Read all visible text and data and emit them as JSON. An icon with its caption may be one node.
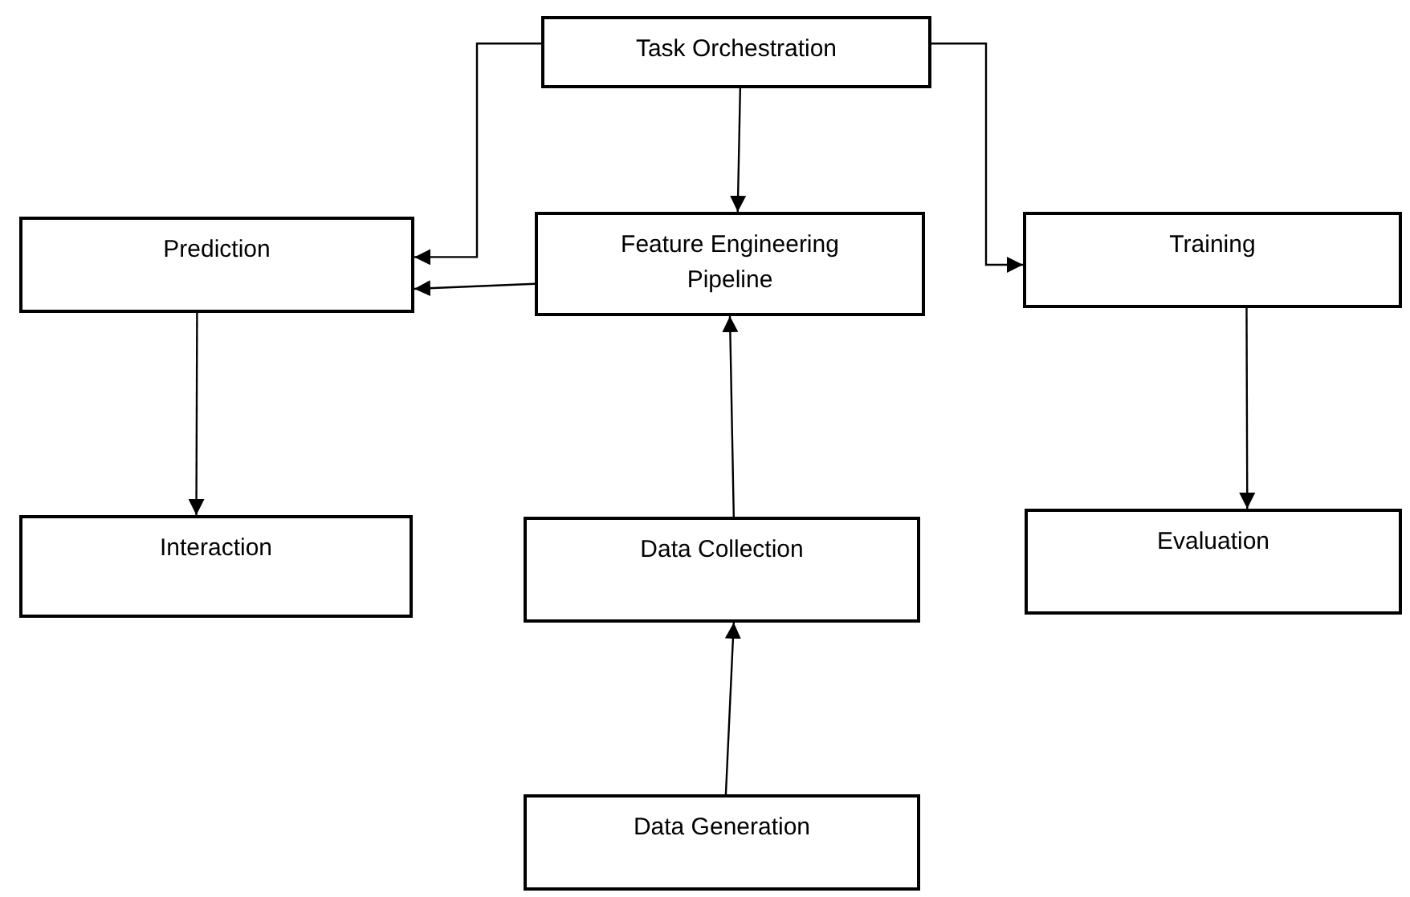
{
  "diagram": {
    "nodes": [
      {
        "text": [
          "Task Orchestration"
        ]
      },
      {
        "text": [
          "Prediction"
        ]
      },
      {
        "text": [
          "Feature Engineering Pipeline"
        ]
      },
      {
        "text": [
          "Training"
        ]
      },
      {
        "text": [
          "Interaction"
        ]
      },
      {
        "text": [
          "Data Collection"
        ]
      },
      {
        "text": [
          "Evaluation"
        ]
      },
      {
        "text": [
          "Data Generation"
        ]
      }
    ],
    "edges": [
      {
        "from": 0,
        "to": 1,
        "arrow": "to"
      },
      {
        "from": 0,
        "to": 2,
        "arrow": "to"
      },
      {
        "from": 0,
        "to": 3,
        "arrow": "to"
      },
      {
        "from": 2,
        "to": 1,
        "arrow": "to"
      },
      {
        "from": 1,
        "to": 4,
        "arrow": "to"
      },
      {
        "from": 5,
        "to": 2,
        "arrow": "to"
      },
      {
        "from": 3,
        "to": 6,
        "arrow": "to"
      },
      {
        "from": 7,
        "to": 5,
        "arrow": "to"
      }
    ]
  }
}
